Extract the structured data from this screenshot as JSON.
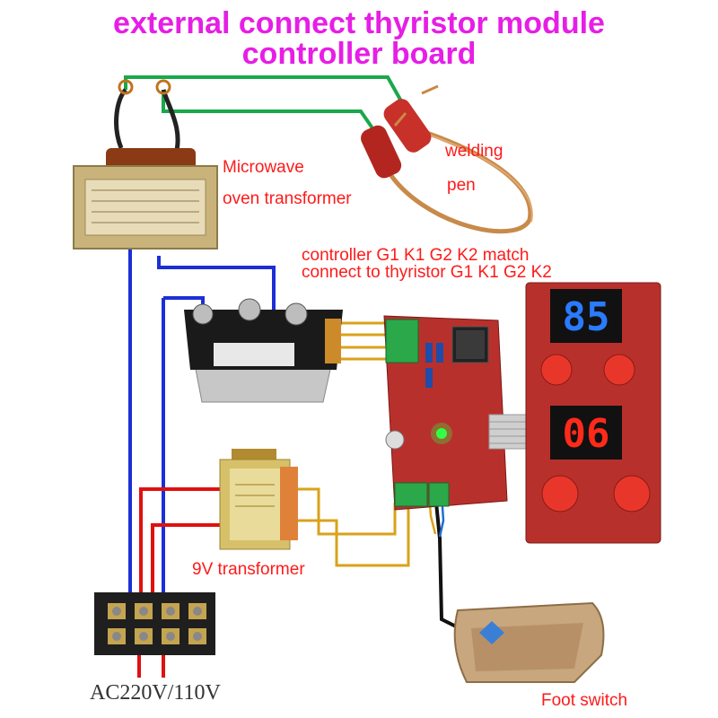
{
  "title": {
    "line1": "external connect thyristor module",
    "line2": "controller board"
  },
  "labels": {
    "microwave_line1": "Microwave",
    "microwave_line2": "oven transformer",
    "welding_line1": "welding",
    "welding_line2": "pen",
    "controller_note_line1": "controller G1 K1 G2 K2 match",
    "controller_note_line2": "connect to thyristor G1 K1 G2 K2",
    "transformer_9v": "9V transformer",
    "ac_input": "AC220V/110V",
    "foot_switch": "Foot switch"
  },
  "display_panel": {
    "top_readout": "85",
    "bottom_readout": "06"
  },
  "colors": {
    "title": "#e61ee6",
    "label_red": "#ff1a1a",
    "wire_green": "#1aa84a",
    "wire_blue": "#1c2fd6",
    "wire_red": "#e01010",
    "wire_orange": "#d9a21a",
    "board_red": "#b8302c",
    "display_blue": "#2a7bff",
    "display_red": "#ff2a1a"
  }
}
